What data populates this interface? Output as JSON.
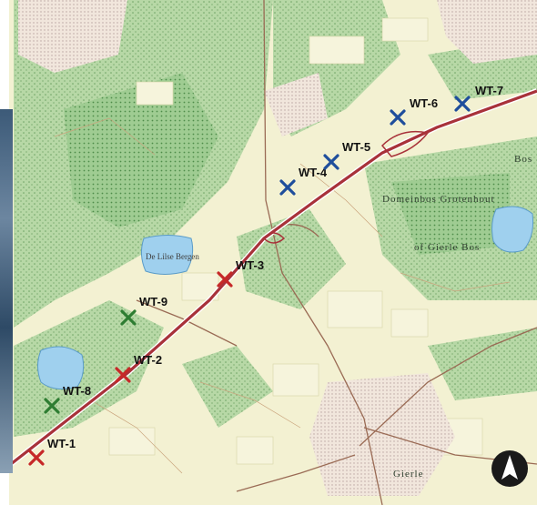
{
  "map": {
    "markers": [
      {
        "label": "WT-1",
        "color": "#c62828"
      },
      {
        "label": "WT-2",
        "color": "#c62828"
      },
      {
        "label": "WT-3",
        "color": "#c62828"
      },
      {
        "label": "WT-4",
        "color": "#1f4e9c"
      },
      {
        "label": "WT-5",
        "color": "#1f4e9c"
      },
      {
        "label": "WT-6",
        "color": "#1f4e9c"
      },
      {
        "label": "WT-7",
        "color": "#1f4e9c"
      },
      {
        "label": "WT-8",
        "color": "#2e7d32"
      },
      {
        "label": "WT-9",
        "color": "#2e7d32"
      }
    ],
    "places": {
      "domein": "Domeinbos Grotenhout",
      "gierle_bos": "of Gierle Bos",
      "bos": "Bos",
      "lilse_bergen": "De Lilse Bergen",
      "gierle": "Gierle"
    },
    "colors": {
      "forest": "#b9d9a9",
      "field": "#f3f1d2",
      "water": "#9fd0ee",
      "road": "#a8323a",
      "road_secondary": "#9a6b55",
      "compass": "#1a1a1a"
    },
    "compass_icon": "north-arrow-icon"
  }
}
